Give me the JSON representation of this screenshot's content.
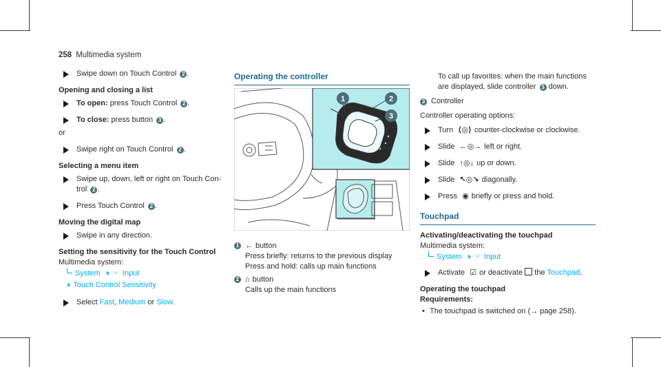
{
  "header": {
    "page_number": "258",
    "section": "Multimedia system"
  },
  "col1": {
    "step_swipe_down": "Swipe down on Touch Control",
    "step_swipe_down_num": "2",
    "h_open_close": "Opening and closing a list",
    "step_open_label": "To open:",
    "step_open_text": "press Touch Control",
    "step_open_num": "2",
    "step_close_label": "To close:",
    "step_close_text": "press button",
    "step_close_num": "3",
    "or": "or",
    "step_swipe_right": "Swipe right on Touch Control",
    "step_swipe_right_num": "2",
    "h_select_menu": "Selecting a menu item",
    "step_swipe_dirs_1": "Swipe up, down, left or right on Touch Con-",
    "step_swipe_dirs_2": "trol",
    "step_swipe_dirs_num": "2",
    "step_press_tc": "Press Touch Control",
    "step_press_tc_num": "2",
    "h_move_map": "Moving the digital map",
    "step_swipe_any": "Swipe in any direction.",
    "h_sensitivity": "Setting the sensitivity for the Touch Control",
    "path_prefix": "Multimedia system:",
    "path_system": "System",
    "path_input": "Input",
    "path_sensitivity": "Touch Control Sensitivity",
    "select_prefix": "Select",
    "opt_fast": "Fast",
    "opt_medium": "Medium",
    "opt_or": "or",
    "opt_slow": "Slow"
  },
  "col2": {
    "title": "Operating the controller",
    "callouts": [
      "1",
      "2",
      "3"
    ],
    "legend1_label": "button",
    "legend1_line1": "Press briefly: returns to the previous display",
    "legend1_line2": "Press and hold: calls up main functions",
    "legend2_label": "button",
    "legend2_line1": "Calls up the main functions"
  },
  "col3": {
    "fav_line1": "To call up favorites: when the main functions",
    "fav_line2": "are displayed, slide controller",
    "fav_num": "3",
    "fav_tail": "down.",
    "controller_num": "3",
    "controller_label": "Controller",
    "options_heading": "Controller operating options:",
    "opt_turn_prefix": "Turn",
    "opt_turn": "counter-clockwise or clockwise.",
    "opt_slide_lr_prefix": "Slide",
    "opt_slide_lr": "left or right.",
    "opt_slide_ud_prefix": "Slide",
    "opt_slide_ud": "up or down.",
    "opt_slide_diag_prefix": "Slide",
    "opt_slide_diag": "diagonally.",
    "opt_press_prefix": "Press",
    "opt_press": "briefly or press and hold.",
    "touchpad_title": "Touchpad",
    "h_activate": "Activating/deactivating the touchpad",
    "path_prefix": "Multimedia system:",
    "path_system": "System",
    "path_input": "Input",
    "activate_prefix": "Activate",
    "activate_mid": "or deactivate",
    "activate_the": "the",
    "activate_link": "Touchpad",
    "h_operating": "Operating the touchpad",
    "h_requirements": "Requirements:",
    "req1": "The touchpad is switched on (→ page 258)."
  },
  "colors": {
    "accent": "#00adef",
    "heading_blue": "#1a6b8f",
    "callout": "#4c6e7c",
    "illus_bg": "#b7ecef"
  }
}
